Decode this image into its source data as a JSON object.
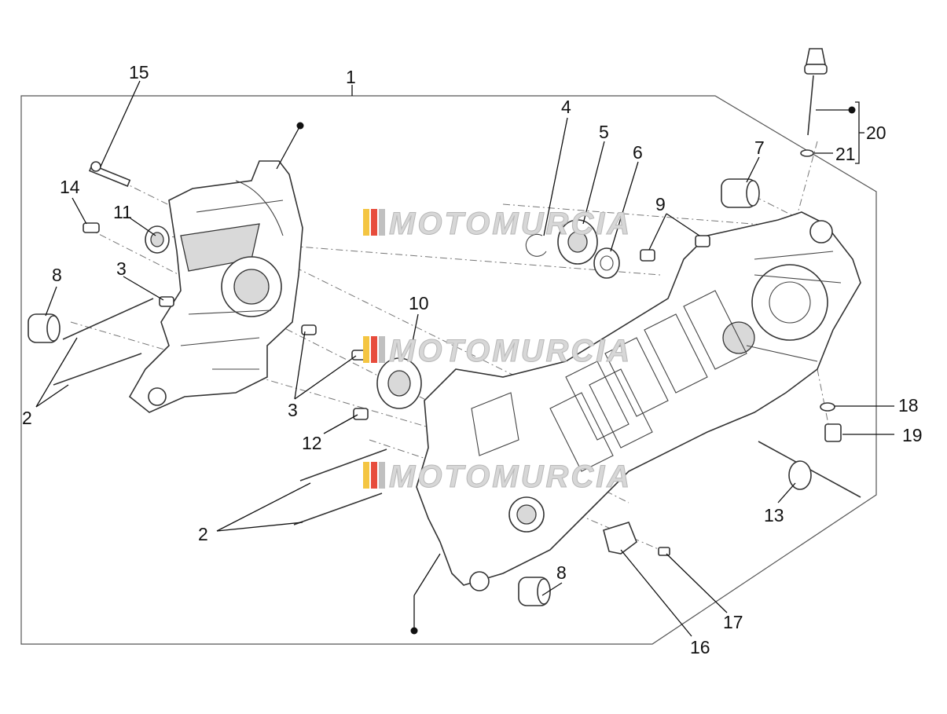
{
  "diagram": {
    "watermark": "MOTOMURCIA",
    "watermark_colors": [
      "#f4c542",
      "#e74c3c",
      "#c0c0c0"
    ],
    "callouts": [
      {
        "id": "c1",
        "text": "1"
      },
      {
        "id": "c2a",
        "text": "2"
      },
      {
        "id": "c2b",
        "text": "2"
      },
      {
        "id": "c3a",
        "text": "3"
      },
      {
        "id": "c3b",
        "text": "3"
      },
      {
        "id": "c4",
        "text": "4"
      },
      {
        "id": "c5",
        "text": "5"
      },
      {
        "id": "c6",
        "text": "6"
      },
      {
        "id": "c7",
        "text": "7"
      },
      {
        "id": "c8a",
        "text": "8"
      },
      {
        "id": "c8b",
        "text": "8"
      },
      {
        "id": "c9",
        "text": "9"
      },
      {
        "id": "c10",
        "text": "10"
      },
      {
        "id": "c11",
        "text": "11"
      },
      {
        "id": "c12",
        "text": "12"
      },
      {
        "id": "c13",
        "text": "13"
      },
      {
        "id": "c14",
        "text": "14"
      },
      {
        "id": "c15",
        "text": "15"
      },
      {
        "id": "c16",
        "text": "16"
      },
      {
        "id": "c17",
        "text": "17"
      },
      {
        "id": "c18",
        "text": "18"
      },
      {
        "id": "c19",
        "text": "19"
      },
      {
        "id": "c20",
        "text": "20"
      },
      {
        "id": "c21",
        "text": "21"
      }
    ]
  }
}
